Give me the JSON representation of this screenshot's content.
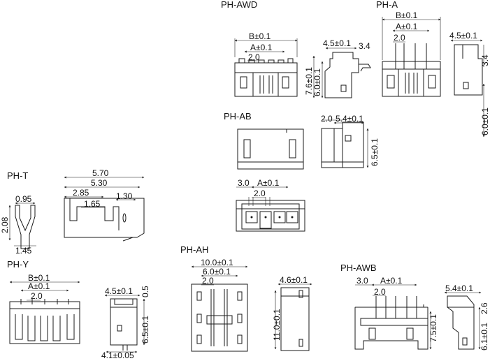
{
  "series": {
    "ph_awd": {
      "label": "PH-AWD",
      "front": {
        "b": "B±0.1",
        "a": "A±0.1",
        "pitch": "2.0"
      },
      "side": {
        "w": "4.5±0.1",
        "t": "3.4",
        "h1": "7.6±0.1",
        "h2": "6.0±0.1"
      }
    },
    "ph_a": {
      "label": "PH-A",
      "front": {
        "b": "B±0.1",
        "a": "A±0.1",
        "pitch": "2.0"
      },
      "side": {
        "w": "4.5±0.1",
        "t": "3.4",
        "h": "6.0±0.1"
      }
    },
    "ph_ab": {
      "label": "PH-AB",
      "side": {
        "w1": "2.0",
        "w2": "5.4±0.1",
        "h": "6.5±0.1"
      },
      "bottom": {
        "p1": "3.0",
        "a": "A±0.1",
        "pitch": "2.0"
      }
    },
    "ph_t": {
      "label": "PH-T",
      "small": {
        "w": "0.95",
        "h": "2.08",
        "b": "1.45"
      },
      "large": {
        "w1": "5.70",
        "w2": "5.30",
        "w3": "2.85",
        "w4": "1.65",
        "w5": "1.30"
      }
    },
    "ph_y": {
      "label": "PH-Y",
      "front": {
        "b": "B±0.1",
        "a": "A±0.1",
        "pitch": "2.0"
      },
      "side": {
        "w": "4.5±0.1",
        "t": "0.5",
        "h": "6.5±0.1",
        "wb": "4.1±0.05"
      }
    },
    "ph_ah": {
      "label": "PH-AH",
      "top": {
        "d1": "10.0±0.1",
        "d2": "6.0±0.1",
        "pitch": "2.0"
      },
      "side": {
        "w": "4.6±0.1",
        "h": "11.0±0.1"
      }
    },
    "ph_awb": {
      "label": "PH-AWB",
      "front": {
        "p1": "3.0",
        "a": "A±0.1",
        "pitch": "2.0",
        "h": "7.5±0.1"
      },
      "side": {
        "w": "5.4±0.1",
        "h1": "6.1±0.1",
        "h2": "2.6"
      }
    }
  }
}
